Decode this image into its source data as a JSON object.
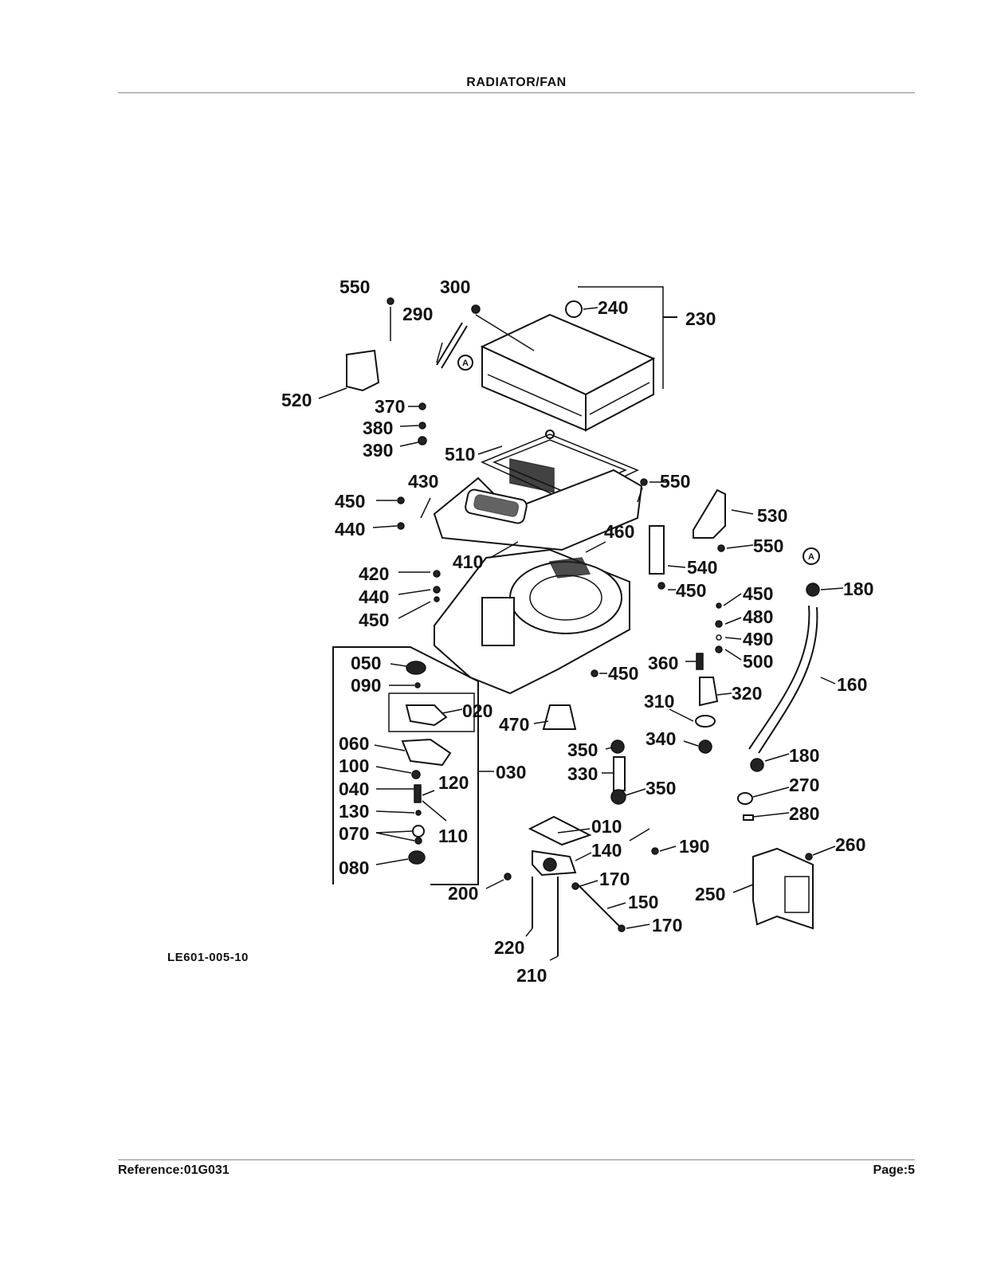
{
  "header": {
    "title": "RADIATOR/FAN"
  },
  "footer": {
    "reference": "Reference:01G031",
    "page": "Page:5"
  },
  "drawing_code": "LE601-005-10",
  "callout_marker": "A",
  "callouts": [
    "550",
    "300",
    "290",
    "240",
    "230",
    "520",
    "370",
    "380",
    "390",
    "510",
    "430",
    "550",
    "450",
    "440",
    "530",
    "550",
    "410",
    "460",
    "540",
    "450",
    "420",
    "440",
    "450",
    "180",
    "450",
    "480",
    "490",
    "500",
    "050",
    "090",
    "020",
    "360",
    "450",
    "320",
    "160",
    "310",
    "470",
    "060",
    "340",
    "350",
    "180",
    "100",
    "030",
    "330",
    "120",
    "040",
    "350",
    "270",
    "130",
    "280",
    "010",
    "070",
    "110",
    "190",
    "260",
    "140",
    "080",
    "170",
    "200",
    "150",
    "250",
    "170",
    "220",
    "210"
  ]
}
